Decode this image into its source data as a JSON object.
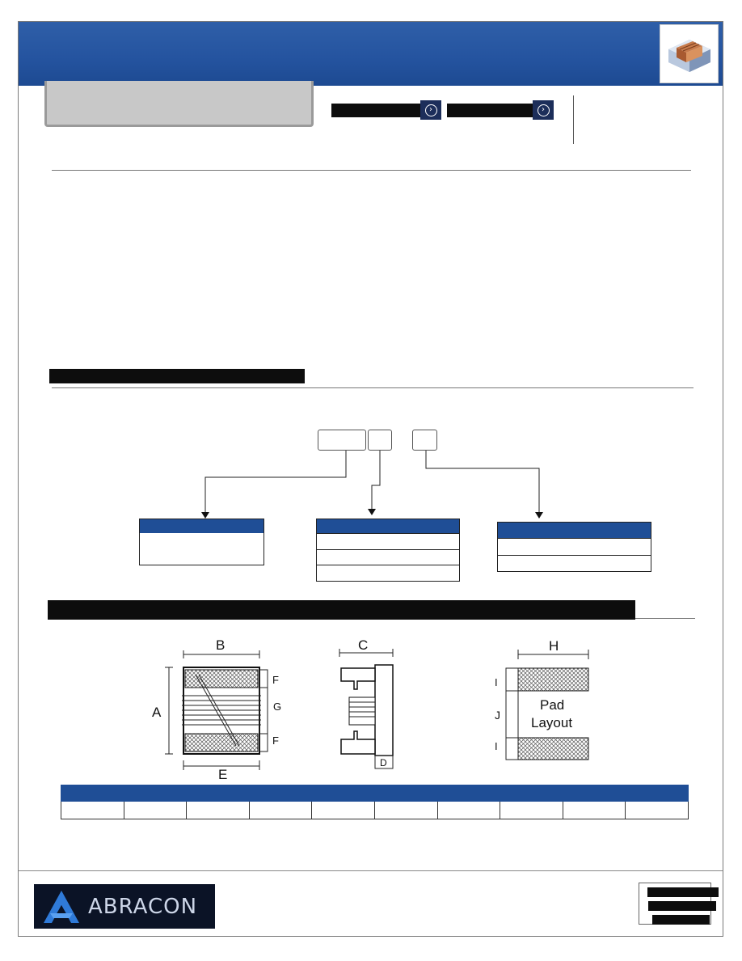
{
  "diagram": {
    "labels": {
      "A": "A",
      "B": "B",
      "C": "C",
      "D": "D",
      "E": "E",
      "F": "F",
      "G": "G",
      "H": "H",
      "I": "I",
      "J": "J"
    },
    "pad_layout_line1": "Pad",
    "pad_layout_line2": "Layout"
  },
  "footer": {
    "logo_text": "ABRACON"
  },
  "colors": {
    "header_blue": "#2554a0",
    "table_header_blue": "#1f4e96",
    "bar_black": "#0d0d0d"
  },
  "icons": {
    "nav_arrow": "chevron-right-icon",
    "logo": "abracon-logo-icon"
  }
}
